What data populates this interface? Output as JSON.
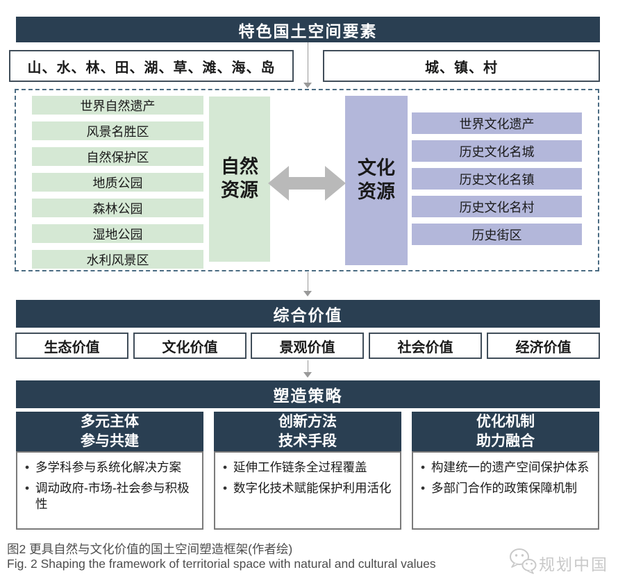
{
  "header": {
    "title": "特色国土空间要素"
  },
  "element_boxes": {
    "natural": "山、水、林、田、湖、草、滩、海、岛",
    "settlement": "城、镇、村"
  },
  "resource_panel": {
    "natural": {
      "label": "自然\n资源",
      "items": [
        "世界自然遗产",
        "风景名胜区",
        "自然保护区",
        "地质公园",
        "森林公园",
        "湿地公园",
        "水利风景区"
      ]
    },
    "cultural": {
      "label": "文化\n资源",
      "items": [
        "世界文化遗产",
        "历史文化名城",
        "历史文化名镇",
        "历史文化名村",
        "历史街区"
      ]
    }
  },
  "value_section": {
    "title": "综合价值",
    "items": [
      "生态价值",
      "文化价值",
      "景观价值",
      "社会价值",
      "经济价值"
    ]
  },
  "strategy_section": {
    "title": "塑造策略",
    "columns": [
      {
        "header": "多元主体\n参与共建",
        "bullets": [
          "多学科参与系统化解决方案",
          "调动政府-市场-社会参与积极性"
        ]
      },
      {
        "header": "创新方法\n技术手段",
        "bullets": [
          "延伸工作链条全过程覆盖",
          "数字化技术赋能保护利用活化"
        ]
      },
      {
        "header": "优化机制\n助力融合",
        "bullets": [
          "构建统一的遗产空间保护体系",
          "多部门合作的政策保障机制"
        ]
      }
    ]
  },
  "caption": {
    "line_zh": "图2  更具自然与文化价值的国土空间塑造框架(作者绘)",
    "line_en": "Fig. 2  Shaping the framework of territorial space with natural and cultural values"
  },
  "watermark": {
    "label": "规划中国",
    "icon": "wechat-icon"
  },
  "colors": {
    "navy": "#2a3f52",
    "green": "#d5e8d4",
    "purple": "#b3b7da",
    "arrow_gray": "#b9b9b9",
    "connector_gray": "#999999",
    "dashed_border": "#4a6b82",
    "caption_gray": "#4d4d4d",
    "watermark_gray": "#c9c9c9"
  }
}
